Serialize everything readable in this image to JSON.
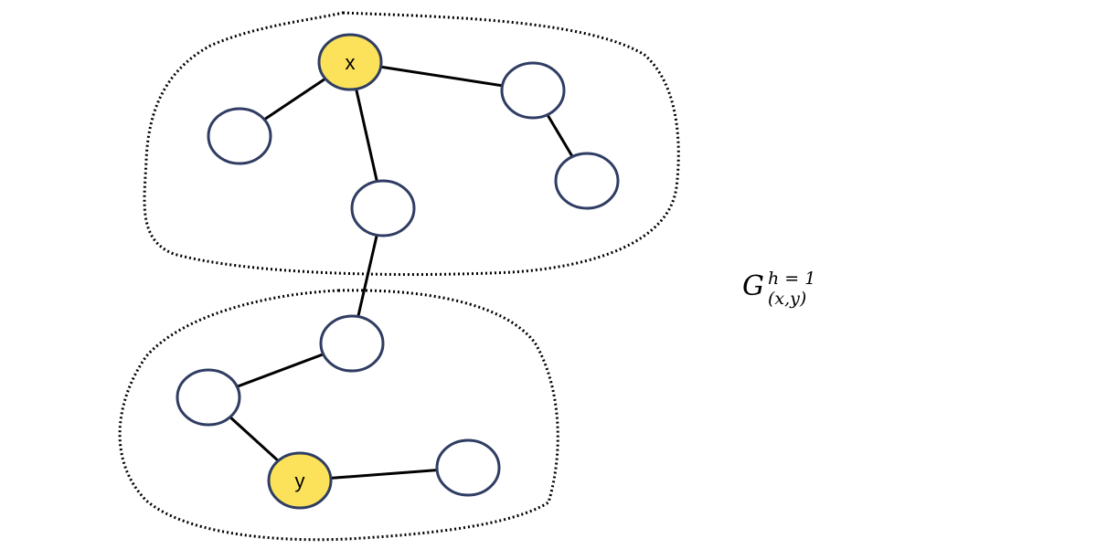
{
  "colors": {
    "highlight_fill": "#fbe25a",
    "node_fill": "#ffffff",
    "node_stroke": "#2f3d63",
    "edge": "#000000",
    "region_border": "#000000"
  },
  "nodes": [
    {
      "id": "x",
      "label": "x",
      "highlighted": true
    },
    {
      "id": "n1",
      "label": "",
      "highlighted": false
    },
    {
      "id": "n2",
      "label": "",
      "highlighted": false
    },
    {
      "id": "n3",
      "label": "",
      "highlighted": false
    },
    {
      "id": "n4",
      "label": "",
      "highlighted": false
    },
    {
      "id": "n5",
      "label": "",
      "highlighted": false
    },
    {
      "id": "n6",
      "label": "",
      "highlighted": false
    },
    {
      "id": "n7",
      "label": "",
      "highlighted": false
    },
    {
      "id": "y",
      "label": "y",
      "highlighted": true
    },
    {
      "id": "n8",
      "label": "",
      "highlighted": false
    }
  ],
  "edges": [
    [
      "x",
      "n1"
    ],
    [
      "x",
      "n2"
    ],
    [
      "x",
      "n4"
    ],
    [
      "n2",
      "n3"
    ],
    [
      "n4",
      "n5"
    ],
    [
      "n5",
      "n6"
    ],
    [
      "n6",
      "n7"
    ],
    [
      "n7",
      "y"
    ],
    [
      "y",
      "n8"
    ]
  ],
  "formula": {
    "base": "G",
    "superscript": "h = 1",
    "subscript": "(x,y)"
  }
}
